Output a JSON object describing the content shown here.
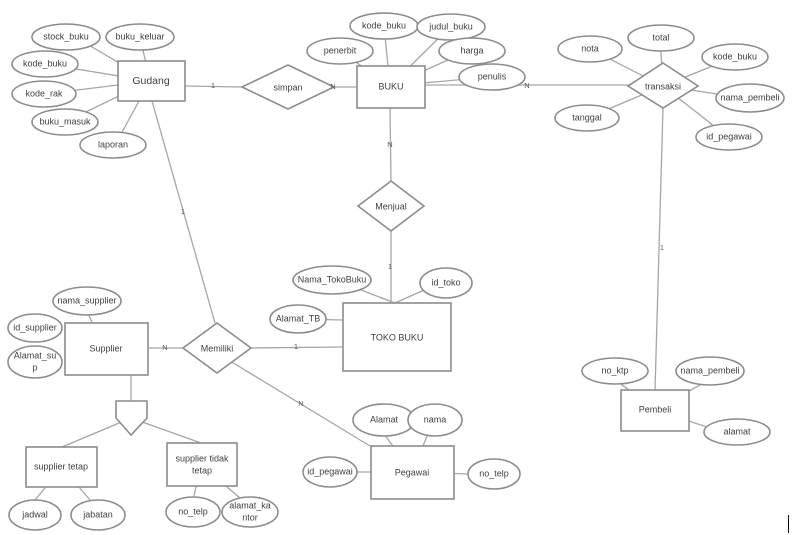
{
  "entities": {
    "gudang": "Gudang",
    "buku": "BUKU",
    "toko_buku": "TOKO BUKU",
    "supplier": "Supplier",
    "pegawai": "Pegawai",
    "pembeli": "Pembeli",
    "supplier_tetap": "supplier tetap",
    "supplier_tidak_tetap_1": "supplier tidak",
    "supplier_tidak_tetap_2": "tetap"
  },
  "relationships": {
    "simpan": "simpan",
    "menjual": "Menjual",
    "transaksi": "transaksi",
    "memiliki": "Memiliki"
  },
  "attributes": {
    "gudang": {
      "stock_buku": "stock_buku",
      "buku_keluar": "buku_keluar",
      "kode_buku": "kode_buku",
      "kode_rak": "kode_rak",
      "buku_masuk": "buku_masuk",
      "laporan": "laporan"
    },
    "buku": {
      "kode_buku": "kode_buku",
      "judul_buku": "judul_buku",
      "penerbit": "penerbit",
      "harga": "harga",
      "penulis": "penulis"
    },
    "transaksi": {
      "nota": "nota",
      "total": "total",
      "kode_buku": "kode_buku",
      "nama_pembeli": "nama_pembeli",
      "tanggal": "tanggal",
      "id_pegawai": "id_pegawai"
    },
    "toko_buku": {
      "nama_tokobuku": "Nama_TokoBuku",
      "id_toko": "id_toko",
      "alamat_tb": "Alamat_TB"
    },
    "supplier": {
      "nama_supplier": "nama_supplier",
      "id_supplier": "id_supplier",
      "alamat_sup_1": "Alamat_su",
      "alamat_sup_2": "p"
    },
    "pegawai": {
      "alamat": "Alamat",
      "nama": "nama",
      "id_pegawai": "id_pegawai",
      "no_telp": "no_telp"
    },
    "pembeli": {
      "no_ktp": "no_ktp",
      "nama_pembeli": "nama_pembeli",
      "alamat": "alamat"
    },
    "supplier_tetap": {
      "jadwal": "jadwal",
      "jabatan": "jabatan"
    },
    "supplier_tidak_tetap": {
      "no_telp": "no_telp",
      "alamat_kantor_1": "alamat_ka",
      "alamat_kantor_2": "ntor"
    }
  },
  "cardinalities": {
    "gudang_simpan": "1",
    "simpan_buku": "N",
    "buku_transaksi": "N",
    "buku_menjual": "N",
    "menjual_toko": "1",
    "transaksi_pembeli": "1",
    "gudang_memiliki": "1",
    "supplier_memiliki": "N",
    "memiliki_toko": "1",
    "memiliki_pegawai": "N"
  }
}
